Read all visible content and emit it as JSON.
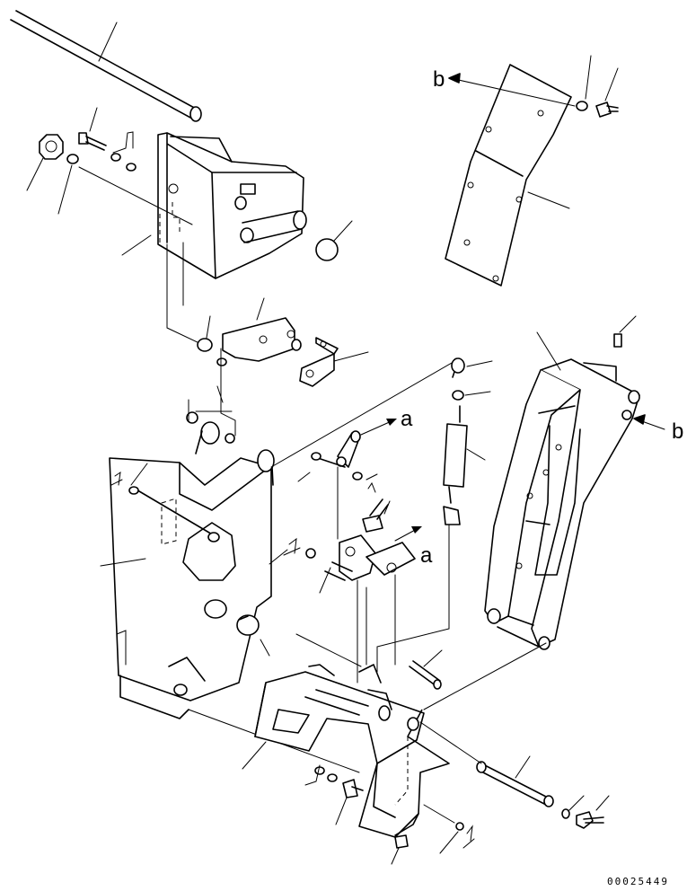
{
  "diagram": {
    "reference_labels": [
      "a",
      "a",
      "b",
      "b"
    ],
    "drawing_number": "00025449"
  }
}
